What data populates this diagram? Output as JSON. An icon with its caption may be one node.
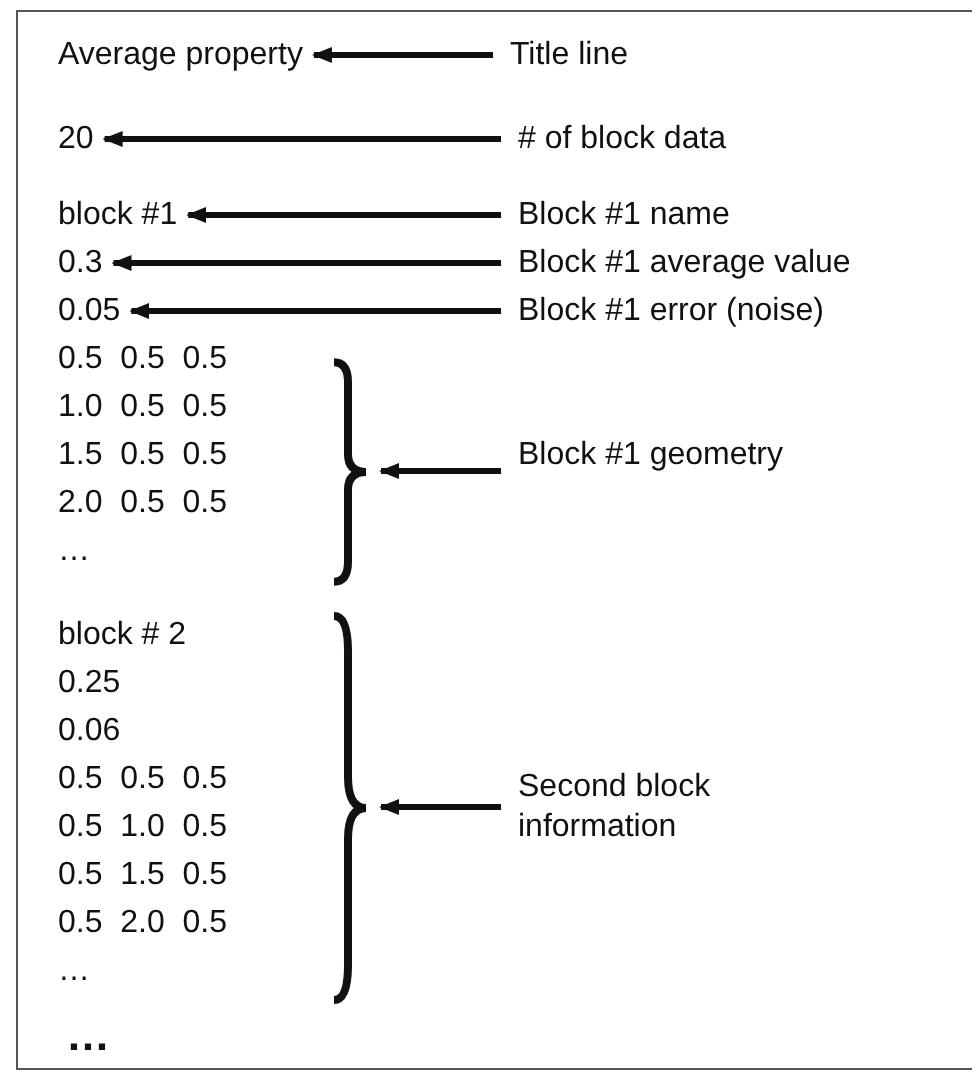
{
  "diagram": {
    "nodes": [
      {
        "text": [
          "Average property"
        ]
      },
      {
        "text": [
          "Title line"
        ]
      },
      {
        "text": [
          "20"
        ]
      },
      {
        "text": [
          "# of block data"
        ]
      },
      {
        "text": [
          "block #1"
        ]
      },
      {
        "text": [
          "Block #1 name"
        ]
      },
      {
        "text": [
          "0.3"
        ]
      },
      {
        "text": [
          "Block #1 average value"
        ]
      },
      {
        "text": [
          "0.05"
        ]
      },
      {
        "text": [
          "Block #1 error (noise)"
        ]
      },
      {
        "text": [],
        "shape": "bracket"
      },
      {
        "text": [
          "Block #1 geometry"
        ]
      },
      {
        "text": [],
        "shape": "bracket"
      },
      {
        "text": [
          "Second block information"
        ]
      }
    ],
    "edges": [
      {
        "from": 1,
        "to": 0,
        "arrow": "to"
      },
      {
        "from": 3,
        "to": 2,
        "arrow": "to"
      },
      {
        "from": 5,
        "to": 4,
        "arrow": "to"
      },
      {
        "from": 7,
        "to": 6,
        "arrow": "to"
      },
      {
        "from": 9,
        "to": 8,
        "arrow": "to"
      },
      {
        "from": 11,
        "to": 10,
        "arrow": "to"
      },
      {
        "from": 13,
        "to": 12,
        "arrow": "to"
      }
    ],
    "labels": [
      "0.5  0.5  0.5",
      "1.0  0.5  0.5",
      "1.5  0.5  0.5",
      "2.0  0.5  0.5",
      "…",
      "block # 2",
      "0.25",
      "0.06",
      "0.5  0.5  0.5",
      "0.5  1.0  0.5",
      "0.5  1.5  0.5",
      "0.5  2.0  0.5",
      "…",
      "…"
    ]
  }
}
